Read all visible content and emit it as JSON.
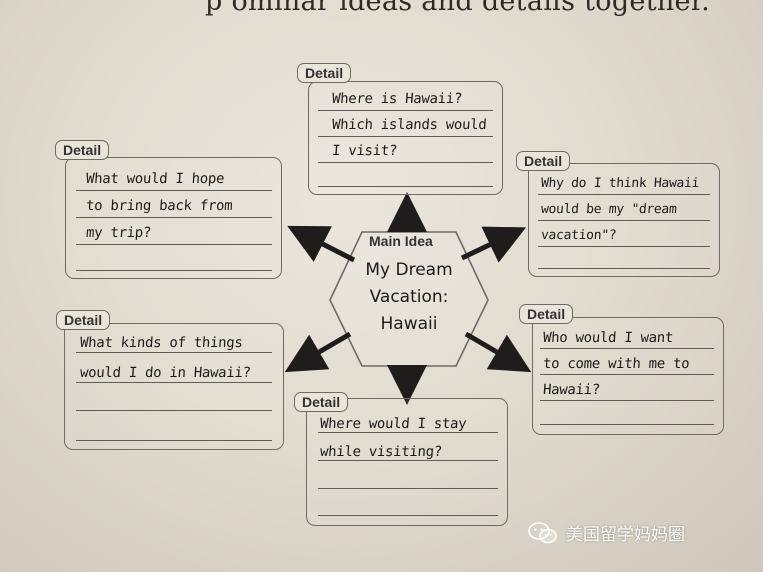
{
  "header": {
    "partial_text": "p ominar ideas and details together."
  },
  "main_idea": {
    "label": "Main Idea",
    "title_lines": [
      "My Dream",
      "Vacation:",
      "Hawaii"
    ]
  },
  "detail_boxes": [
    {
      "label": "Detail",
      "lines": [
        "Where is Hawaii?",
        "Which islands would",
        "I visit?",
        ""
      ]
    },
    {
      "label": "Detail",
      "lines": [
        "What would I hope",
        "to bring back from",
        "my trip?",
        ""
      ]
    },
    {
      "label": "Detail",
      "lines": [
        "Why do I think Hawaii",
        "would be my \"dream",
        "vacation\"?",
        ""
      ]
    },
    {
      "label": "Detail",
      "lines": [
        "What kinds of things",
        "would I do in Hawaii?",
        "",
        ""
      ]
    },
    {
      "label": "Detail",
      "lines": [
        "Who would I want",
        "to come with me to",
        "Hawaii?",
        ""
      ]
    },
    {
      "label": "Detail",
      "lines": [
        "Where would I stay",
        "while visiting?",
        "",
        ""
      ]
    }
  ],
  "watermark": {
    "text": "美国留学妈妈圈",
    "icon": "wechat-icon"
  },
  "colors": {
    "paper": "#e6e0d6",
    "ink": "#1d1b1a",
    "border": "#6e6a66"
  }
}
